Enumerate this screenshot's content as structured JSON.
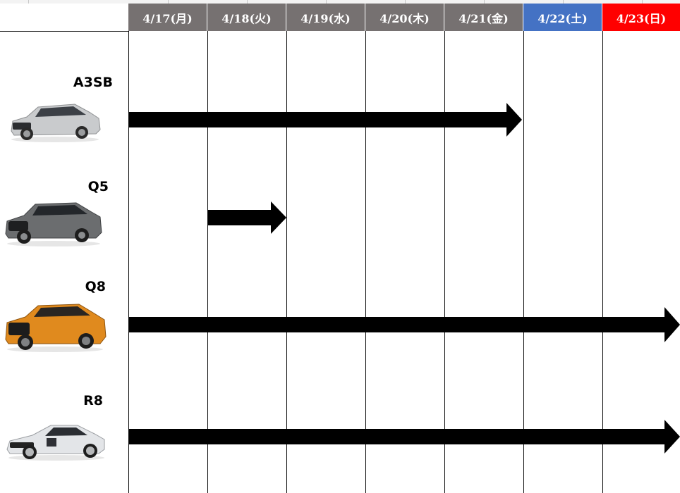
{
  "days": [
    {
      "label": "4/17(月)",
      "color": "#767171"
    },
    {
      "label": "4/18(火)",
      "color": "#767171"
    },
    {
      "label": "4/19(水)",
      "color": "#767171"
    },
    {
      "label": "4/20(木)",
      "color": "#767171"
    },
    {
      "label": "4/21(金)",
      "color": "#767171"
    },
    {
      "label": "4/22(土)",
      "color": "#4472c4"
    },
    {
      "label": "4/23(日)",
      "color": "#ff0000"
    }
  ],
  "cars": [
    {
      "name": "A3SB",
      "color": "#c9cbcd",
      "body": "hatch"
    },
    {
      "name": "Q5",
      "color": "#6b6d6f",
      "body": "suv"
    },
    {
      "name": "Q8",
      "color": "#e08a1e",
      "body": "suv"
    },
    {
      "name": "R8",
      "color": "#e3e5e8",
      "body": "sport"
    }
  ]
}
